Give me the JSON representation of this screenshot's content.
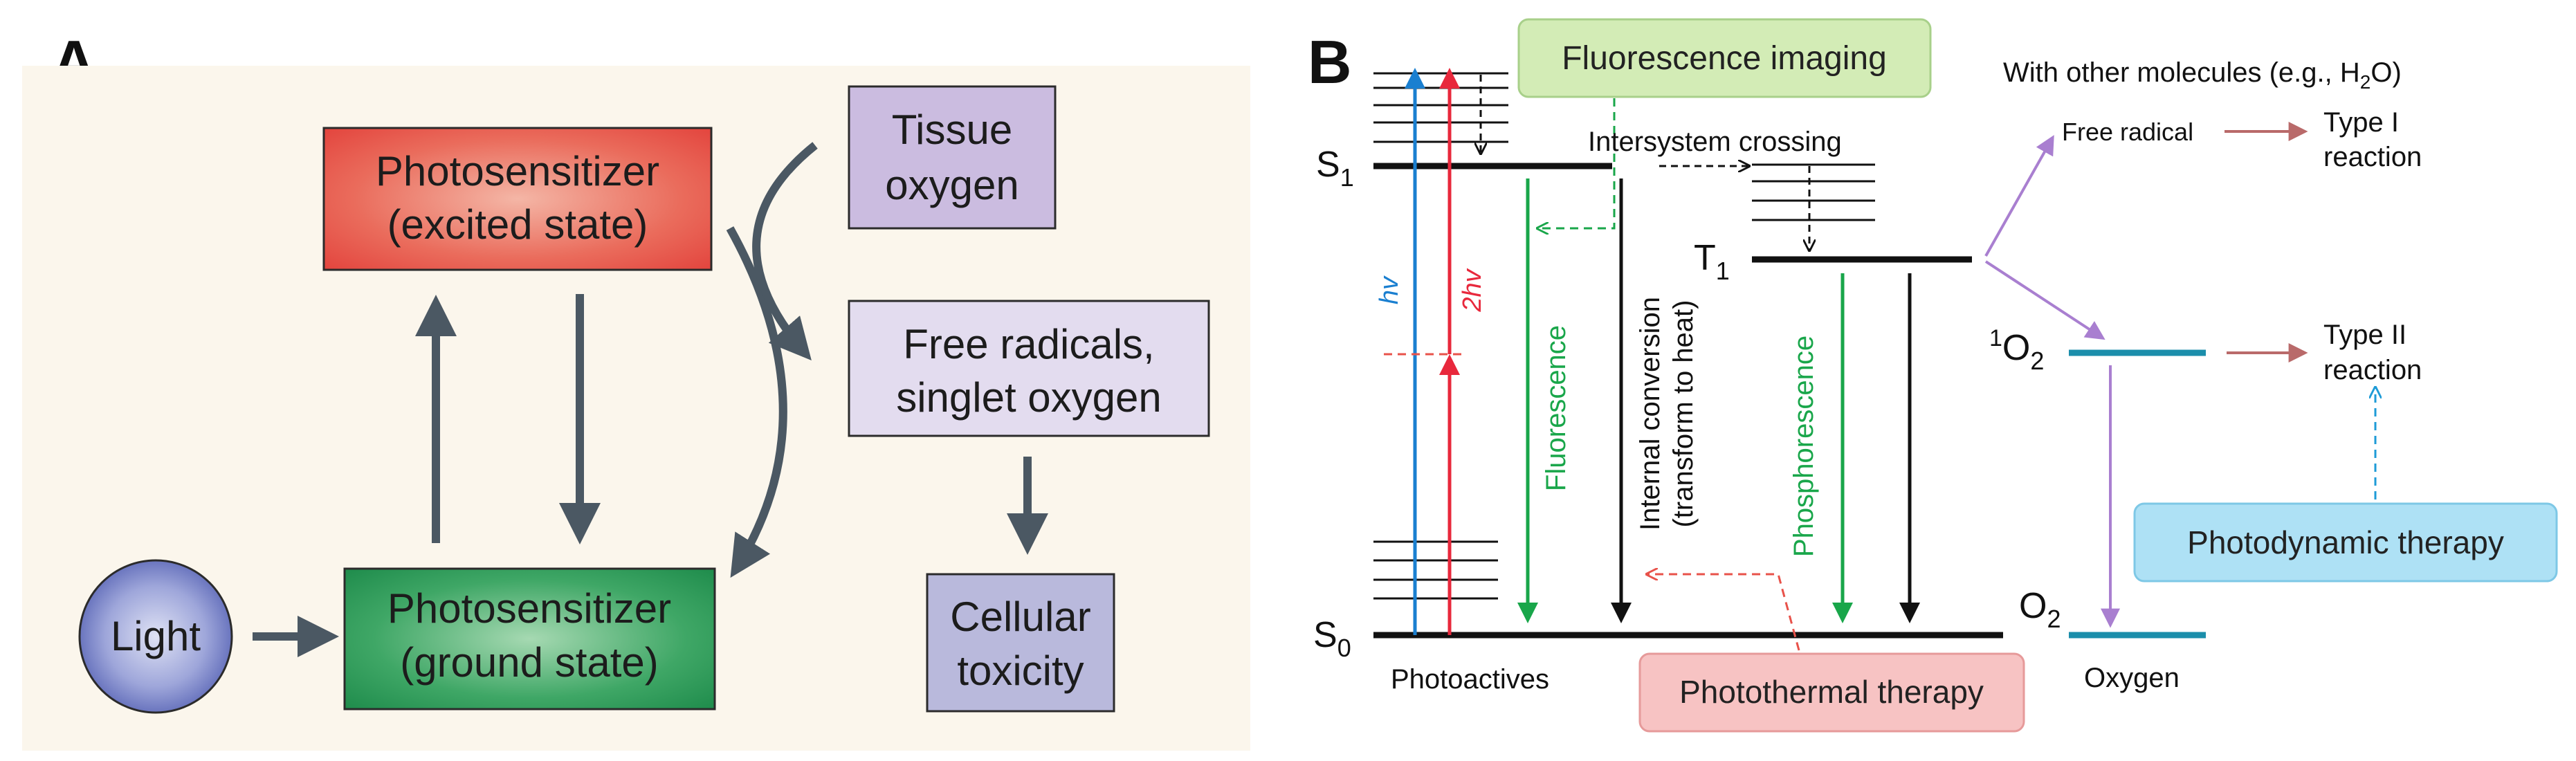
{
  "panel_a": {
    "letter": "A",
    "nodes": {
      "excited_line1": "Photosensitizer",
      "excited_line2": "(excited state)",
      "tissue_line1": "Tissue",
      "tissue_line2": "oxygen",
      "radicals_line1": "Free radicals,",
      "radicals_line2": "singlet oxygen",
      "ground_line1": "Photosensitizer",
      "ground_line2": "(ground state)",
      "toxicity_line1": "Cellular",
      "toxicity_line2": "toxicity",
      "light": "Light"
    }
  },
  "panel_b": {
    "letter": "B",
    "labels": {
      "fluorescence_imaging": "Fluorescence imaging",
      "s1": "S",
      "s1_sub": "1",
      "s0": "S",
      "s0_sub": "0",
      "t1": "T",
      "t1_sub": "1",
      "hv": "hv",
      "two_hv": "2hv",
      "fluorescence": "Fluorescence",
      "internal_line1": "Internal conversion",
      "internal_line2": "(transform to heat)",
      "phosphorescence": "Phosphorescence",
      "isc": "Intersystem crossing",
      "other_molecules_prefix": "With other molecules (e.g., H",
      "other_molecules_sub": "2",
      "other_molecules_suffix": "O)",
      "free_radical": "Free radical",
      "type1_line1": "Type I",
      "type1_line2": "reaction",
      "singlet_sup": "1",
      "singlet_o": "O",
      "singlet_sub": "2",
      "type2_line1": "Type II",
      "type2_line2": "reaction",
      "o2_o": "O",
      "o2_sub": "2",
      "oxygen": "Oxygen",
      "photoactives": "Photoactives",
      "photothermal": "Photothermal therapy",
      "photodynamic": "Photodynamic therapy"
    }
  },
  "colors": {
    "excited_box": "#e8524a",
    "ground_box": "#2f9a5e",
    "purple_box": "#cbbce0",
    "lavender_box": "#e3dcef",
    "toxicity_box": "#b9b9dc",
    "light_circle": "#3f4fa0",
    "panel_a_bg": "#fbf6ec",
    "arrow_gray": "#4b5863",
    "blue": "#1a7fd0",
    "red": "#e8283c",
    "green": "#19a64a",
    "purple_arrow": "#a97fd0",
    "teal_level": "#1b8eab",
    "maroon_arrow": "#b96a6a",
    "fluo_box": "#d3ecb6",
    "thermal_box": "#f7c3c3",
    "dynamic_box": "#aee1f5"
  }
}
